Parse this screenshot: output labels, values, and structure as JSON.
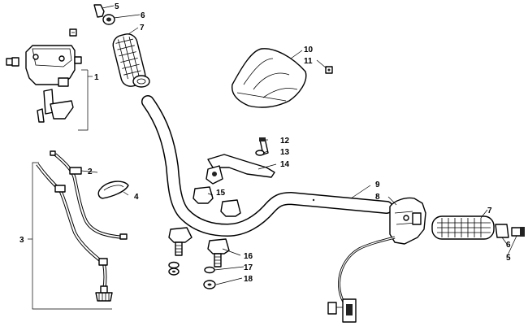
{
  "callouts": [
    {
      "id": "c1",
      "label": "1"
    },
    {
      "id": "c2",
      "label": "2"
    },
    {
      "id": "c3",
      "label": "3"
    },
    {
      "id": "c4",
      "label": "4"
    },
    {
      "id": "c5a",
      "label": "5"
    },
    {
      "id": "c5b",
      "label": "5"
    },
    {
      "id": "c6a",
      "label": "6"
    },
    {
      "id": "c6b",
      "label": "6"
    },
    {
      "id": "c7a",
      "label": "7"
    },
    {
      "id": "c7b",
      "label": "7"
    },
    {
      "id": "c8",
      "label": "8"
    },
    {
      "id": "c9",
      "label": "9"
    },
    {
      "id": "c10",
      "label": "10"
    },
    {
      "id": "c11",
      "label": "11"
    },
    {
      "id": "c12",
      "label": "12"
    },
    {
      "id": "c13",
      "label": "13"
    },
    {
      "id": "c14",
      "label": "14"
    },
    {
      "id": "c15",
      "label": "15"
    },
    {
      "id": "c16",
      "label": "16"
    },
    {
      "id": "c17",
      "label": "17"
    },
    {
      "id": "c18",
      "label": "18"
    }
  ]
}
